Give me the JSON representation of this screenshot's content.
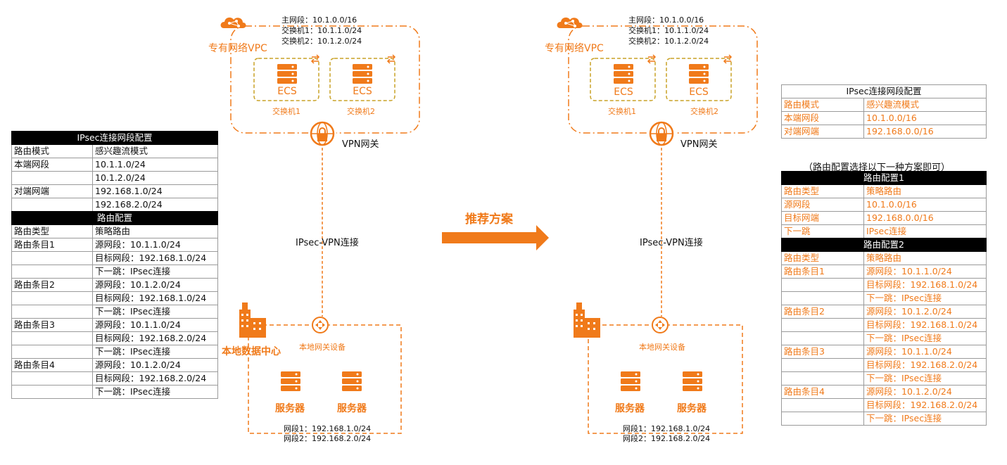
{
  "left": {
    "vpc_info": [
      "主网段：10.1.0.0/16",
      "交换机1：10.1.1.0/24",
      "交换机2：10.1.2.0/24"
    ],
    "vpc_label": "专有网络VPC",
    "ecs": [
      "ECS",
      "ECS"
    ],
    "switches": [
      "交换机1",
      "交换机2"
    ],
    "vpn_gw_label": "VPN网关",
    "conn_label": "IPsec-VPN连接",
    "idc_label": "本地数据中心",
    "gw_device_label": "本地网关设备",
    "servers": [
      "服务器",
      "服务器"
    ],
    "segments": [
      "网段1：192.168.1.0/24",
      "网段2：192.168.2.0/24"
    ],
    "ipsec_table": {
      "title": "IPsec连接网段配置",
      "rows": [
        [
          "路由模式",
          "感兴趣流模式"
        ],
        [
          "本端网段",
          "10.1.1.0/24"
        ],
        [
          "",
          "10.1.2.0/24"
        ],
        [
          "对端网端",
          "192.168.1.0/24"
        ],
        [
          "",
          "192.168.2.0/24"
        ]
      ]
    },
    "route_table": {
      "title": "路由配置",
      "rows": [
        [
          "路由类型",
          "策略路由"
        ],
        [
          "路由条目1",
          "源网段：10.1.1.0/24"
        ],
        [
          "",
          "目标网段：192.168.1.0/24"
        ],
        [
          "",
          "下一跳：IPsec连接"
        ],
        [
          "路由条目2",
          "源网段：10.1.2.0/24"
        ],
        [
          "",
          "目标网段：192.168.1.0/24"
        ],
        [
          "",
          "下一跳：IPsec连接"
        ],
        [
          "路由条目3",
          "源网段：10.1.1.0/24"
        ],
        [
          "",
          "目标网段：192.168.2.0/24"
        ],
        [
          "",
          "下一跳：IPsec连接"
        ],
        [
          "路由条目4",
          "源网段：10.1.2.0/24"
        ],
        [
          "",
          "目标网段：192.168.2.0/24"
        ],
        [
          "",
          "下一跳：IPsec连接"
        ]
      ]
    }
  },
  "arrow_label": "推荐方案",
  "right": {
    "vpc_info": [
      "主网段：10.1.0.0/16",
      "交换机1：10.1.1.0/24",
      "交换机2：10.1.2.0/24"
    ],
    "vpc_label": "专有网络VPC",
    "ecs": [
      "ECS",
      "ECS"
    ],
    "switches": [
      "交换机1",
      "交换机2"
    ],
    "vpn_gw_label": "VPN网关",
    "conn_label": "IPsec-VPN连接",
    "gw_device_label": "本地网关设备",
    "servers": [
      "服务器",
      "服务器"
    ],
    "segments": [
      "网段1：192.168.1.0/24",
      "网段2：192.168.2.0/24"
    ],
    "ipsec_table": {
      "title": "IPsec连接网段配置",
      "rows": [
        [
          "路由模式",
          "感兴趣流模式"
        ],
        [
          "本端网段",
          "10.1.0.0/16"
        ],
        [
          "对端网端",
          "192.168.0.0/16"
        ]
      ]
    },
    "route_note": "（路由配置选择以下一种方案即可）",
    "route1_table": {
      "title": "路由配置1",
      "rows": [
        [
          "路由类型",
          "策略路由"
        ],
        [
          "源网段",
          "10.1.0.0/16"
        ],
        [
          "目标网端",
          "192.168.0.0/16"
        ],
        [
          "下一跳",
          "IPsec连接"
        ]
      ]
    },
    "route2_table": {
      "title": "路由配置2",
      "rows": [
        [
          "路由类型",
          "策略路由"
        ],
        [
          "路由条目1",
          "源网段：10.1.1.0/24"
        ],
        [
          "",
          "目标网段：192.168.1.0/24"
        ],
        [
          "",
          "下一跳：IPsec连接"
        ],
        [
          "路由条目2",
          "源网段：10.1.2.0/24"
        ],
        [
          "",
          "目标网段：192.168.1.0/24"
        ],
        [
          "",
          "下一跳：IPsec连接"
        ],
        [
          "路由条目3",
          "源网段：10.1.1.0/24"
        ],
        [
          "",
          "目标网段：192.168.2.0/24"
        ],
        [
          "",
          "下一跳：IPsec连接"
        ],
        [
          "路由条目4",
          "源网段：10.1.2.0/24"
        ],
        [
          "",
          "目标网段：192.168.2.0/24"
        ],
        [
          "",
          "下一跳：IPsec连接"
        ]
      ]
    }
  },
  "colors": {
    "accent": "#f07a1a",
    "switch_border": "#c9a227",
    "header_bg": "#000000"
  }
}
